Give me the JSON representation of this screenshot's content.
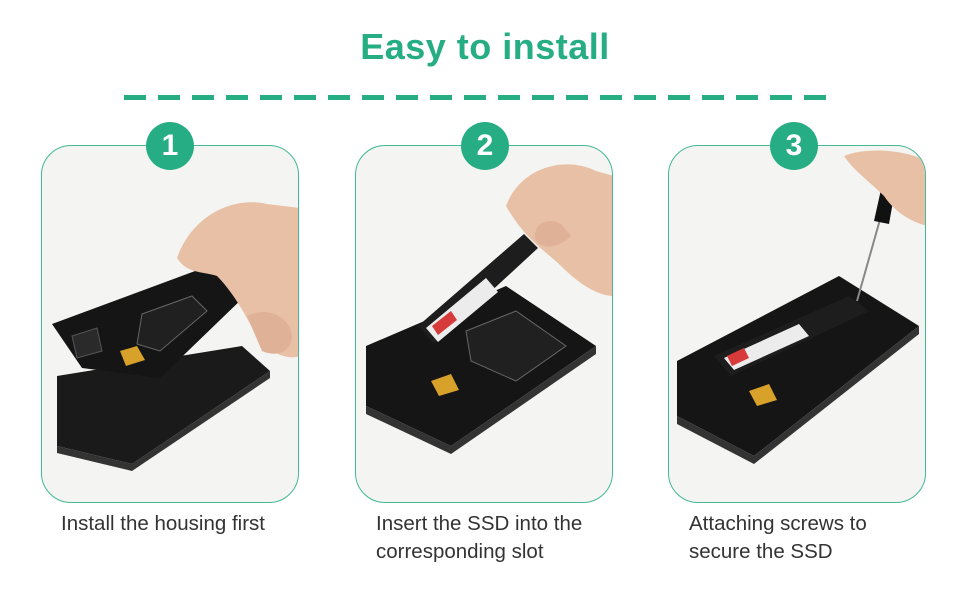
{
  "header": {
    "title": "Easy to install"
  },
  "colors": {
    "accent": "#26ad84",
    "caption_text": "#333333"
  },
  "steps": [
    {
      "number": "1",
      "caption_line1": "Install the housing first",
      "caption_line2": ""
    },
    {
      "number": "2",
      "caption_line1": "Insert the SSD into the",
      "caption_line2": "corresponding slot"
    },
    {
      "number": "3",
      "caption_line1": "Attaching screws to",
      "caption_line2": "secure the SSD"
    }
  ]
}
